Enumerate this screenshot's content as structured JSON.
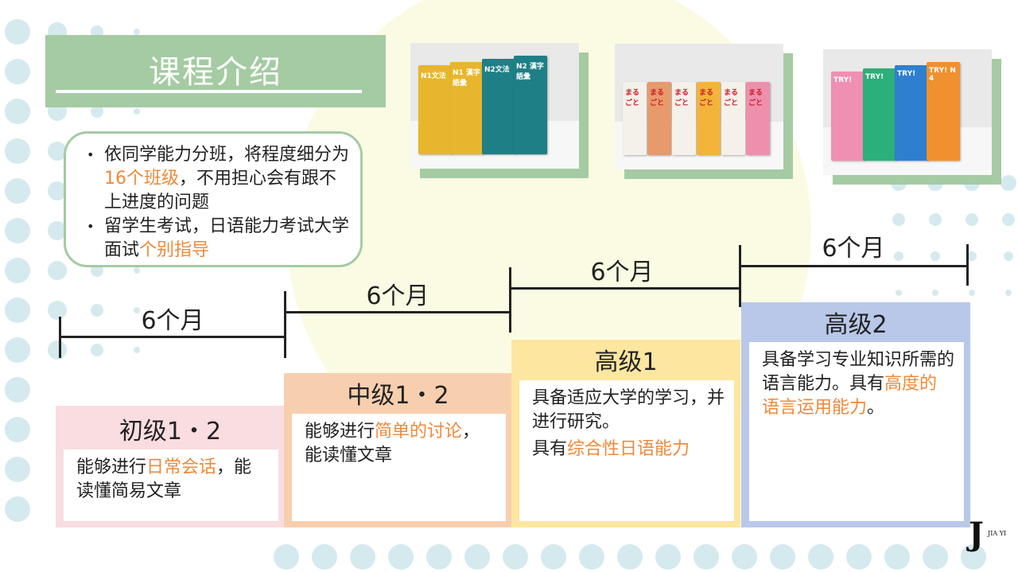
{
  "title": "课程介绍",
  "info": {
    "bullet1": {
      "a": "依同学能力分班，将程度细分为",
      "b": "16个班级",
      "c": "，不用担心会有跟不上进度的问题"
    },
    "bullet2": {
      "a": "留学生考试，日语能力考试大学面试",
      "b": "个别指导"
    }
  },
  "photos": [
    {
      "books": [
        "N1文法",
        "N1 漢字語彙",
        "N2文法",
        "N2 漢字語彙"
      ]
    },
    {
      "books": [
        "まるごと",
        "まるごと",
        "まるごと",
        "まるごと",
        "まるごと",
        "まるごと"
      ]
    },
    {
      "books": [
        "TRY!",
        "TRY!",
        "TRY!",
        "TRY! N4"
      ]
    }
  ],
  "timeline": [
    "6个月",
    "6个月",
    "6个月",
    "6个月"
  ],
  "levels": [
    {
      "name": "初级1・2",
      "text": [
        {
          "t": "能够进行"
        },
        {
          "t": "日常会话",
          "hl": true
        },
        {
          "t": "，能读懂简易文章"
        }
      ]
    },
    {
      "name": "中级1・2",
      "text": [
        {
          "t": "能够进行"
        },
        {
          "t": "简单的讨论",
          "hl": true
        },
        {
          "t": "，能读懂文章"
        }
      ]
    },
    {
      "name": "高级1",
      "text1": "具备适应大学的学习，并进行研究。",
      "text2a": "具有",
      "text2b": "综合性日语能力"
    },
    {
      "name": "高级2",
      "text": [
        {
          "t": "具备学习专业知识所需的语言能力。具有"
        },
        {
          "t": "高度的语言运用能力",
          "hl": true
        },
        {
          "t": "。"
        }
      ]
    }
  ],
  "logo": {
    "mark": "J",
    "text": "JIA YI"
  },
  "colors": {
    "accent": "#ef8a3a",
    "green": "#a5cba3",
    "pink": "#f9dde0",
    "peach": "#f8cfae",
    "yellow": "#fde6a0",
    "blue": "#b9c8e8"
  }
}
